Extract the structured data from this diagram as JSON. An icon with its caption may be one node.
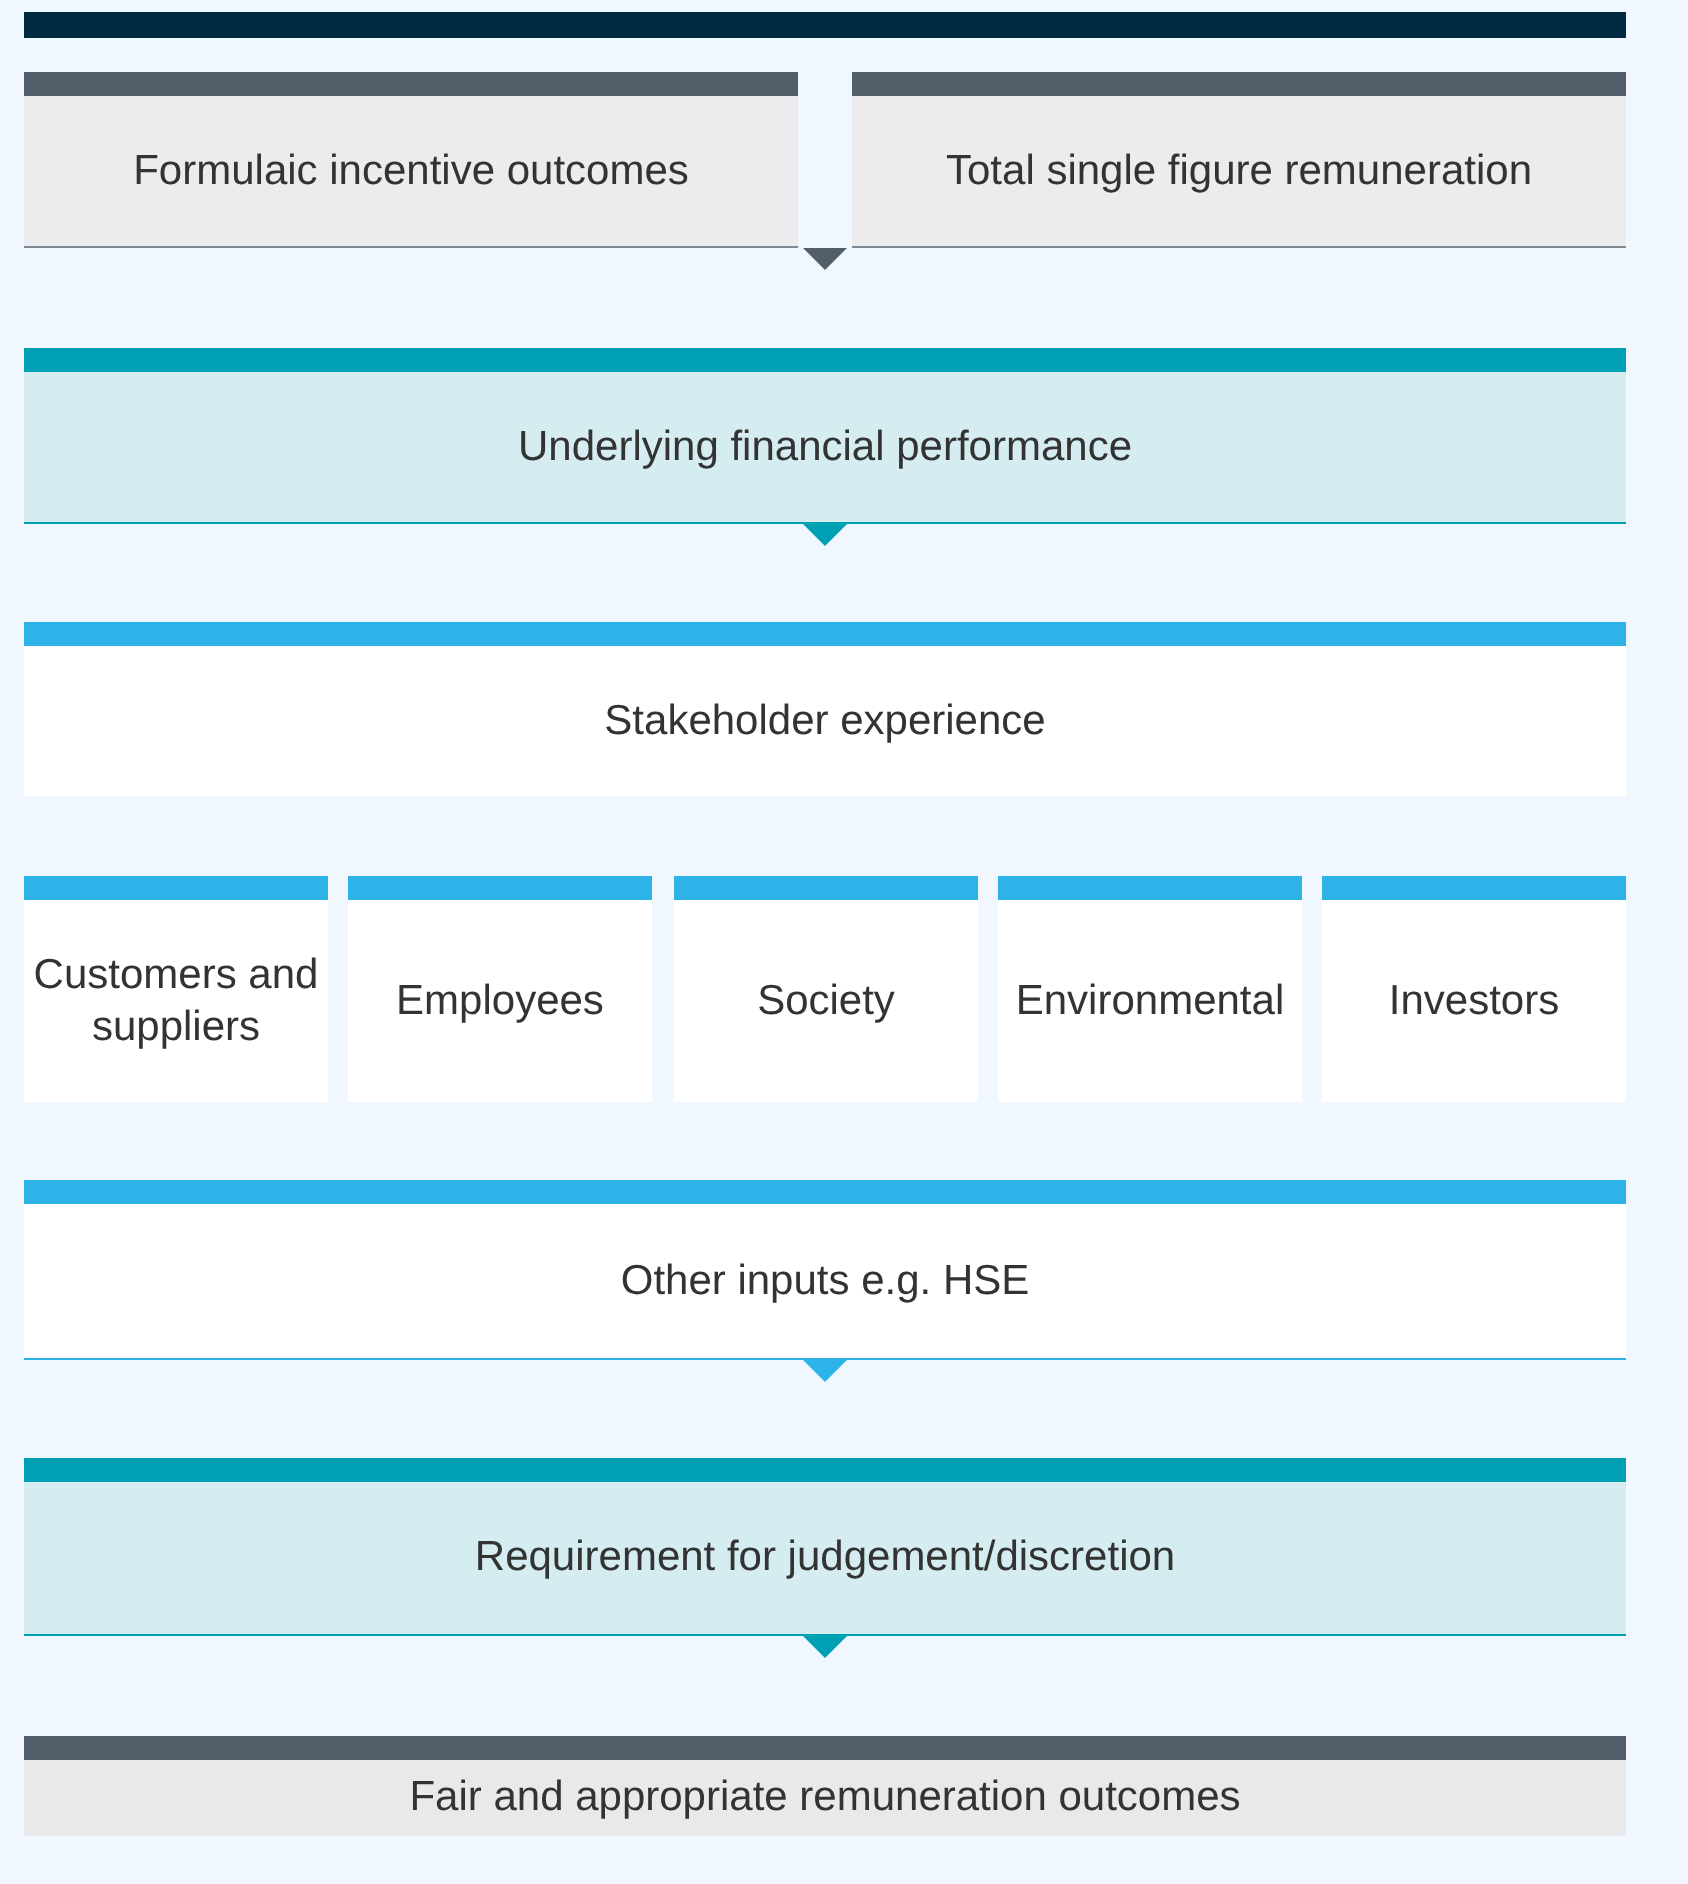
{
  "diagram": {
    "nodes": [
      {
        "text": [
          "Formulaic incentive outcomes"
        ]
      },
      {
        "text": [
          "Total single figure remuneration"
        ]
      },
      {
        "text": [
          "Underlying financial performance"
        ]
      },
      {
        "text": [
          "Stakeholder experience"
        ]
      },
      {
        "text": [
          "Customers and suppliers"
        ]
      },
      {
        "text": [
          "Employees"
        ]
      },
      {
        "text": [
          "Society"
        ]
      },
      {
        "text": [
          "Environmental"
        ]
      },
      {
        "text": [
          "Investors"
        ]
      },
      {
        "text": [
          "Other inputs e.g. HSE"
        ]
      },
      {
        "text": [
          "Requirement for judgement/discretion"
        ]
      },
      {
        "text": [
          "Fair and appropriate remuneration outcomes"
        ]
      }
    ],
    "edges": [
      {
        "from": 0,
        "to": 2,
        "arrow": "to",
        "color": "#525f6b"
      },
      {
        "from": 1,
        "to": 2,
        "arrow": "to",
        "color": "#525f6b"
      },
      {
        "from": 2,
        "to": 3,
        "arrow": "to",
        "color": "#00a0b4"
      },
      {
        "from": 9,
        "to": 10,
        "arrow": "to",
        "color": "#2db3e8"
      },
      {
        "from": 10,
        "to": 11,
        "arrow": "to",
        "color": "#00a0b4"
      }
    ]
  }
}
